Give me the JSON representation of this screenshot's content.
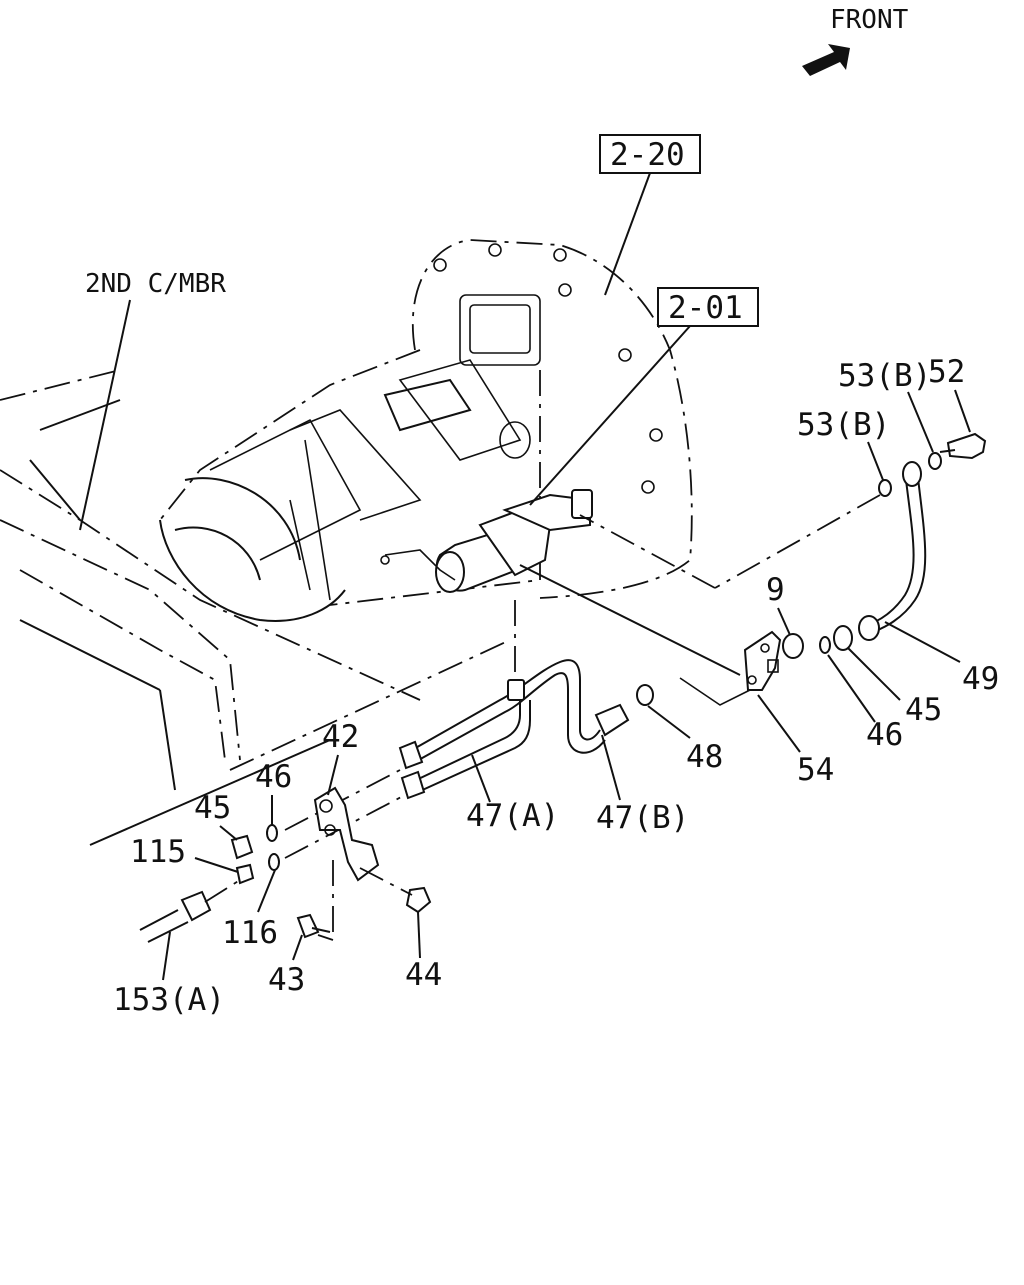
{
  "labels": {
    "front": "FRONT",
    "ref_2_20": "2-20",
    "ref_2_01": "2-01",
    "second_crossmember": "2ND C/MBR",
    "p53b_top": "53(B)",
    "p52": "52",
    "p53b_mid": "53(B)",
    "p9": "9",
    "p49": "49",
    "p45_right": "45",
    "p46_right": "46",
    "p48": "48",
    "p54": "54",
    "p42": "42",
    "p46_left": "46",
    "p45_left": "45",
    "p115": "115",
    "p47a": "47(A)",
    "p47b": "47(B)",
    "p116": "116",
    "p43": "43",
    "p44": "44",
    "p153a": "153(A)"
  },
  "icons": {
    "front_arrow": "arrow-icon"
  }
}
